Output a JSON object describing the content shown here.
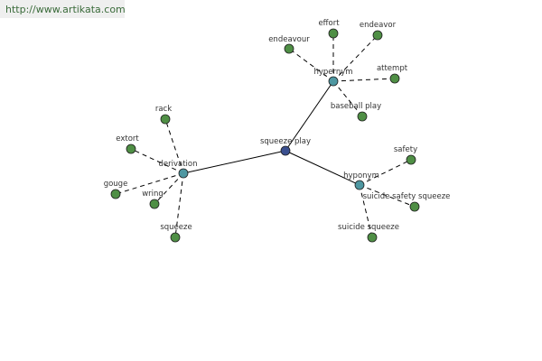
{
  "header": {
    "url": "http://www.artikata.com"
  },
  "colors": {
    "center": "#3a4f8f",
    "hub": "#4e97a1",
    "leaf": "#4f8f45",
    "edge": "#000000"
  },
  "graph": {
    "center": {
      "id": "center",
      "label": "squeeze play",
      "kind": "center"
    },
    "hubs": [
      {
        "id": "hypernym",
        "label": "hypernym",
        "kind": "hub"
      },
      {
        "id": "derivation",
        "label": "derivation",
        "kind": "hub"
      },
      {
        "id": "hyponym",
        "label": "hyponym",
        "kind": "hub"
      }
    ],
    "leaves": [
      {
        "id": "endeavour",
        "label": "endeavour",
        "parent": "hypernym"
      },
      {
        "id": "effort",
        "label": "effort",
        "parent": "hypernym"
      },
      {
        "id": "endeavor",
        "label": "endeavor",
        "parent": "hypernym"
      },
      {
        "id": "attempt",
        "label": "attempt",
        "parent": "hypernym"
      },
      {
        "id": "baseball-play",
        "label": "baseball play",
        "parent": "hypernym"
      },
      {
        "id": "rack",
        "label": "rack",
        "parent": "derivation"
      },
      {
        "id": "extort",
        "label": "extort",
        "parent": "derivation"
      },
      {
        "id": "gouge",
        "label": "gouge",
        "parent": "derivation"
      },
      {
        "id": "wring",
        "label": "wring",
        "parent": "derivation"
      },
      {
        "id": "squeeze",
        "label": "squeeze",
        "parent": "derivation"
      },
      {
        "id": "safety",
        "label": "safety",
        "parent": "hyponym"
      },
      {
        "id": "suicide-safety-squeeze",
        "label": "suicide safety squeeze",
        "parent": "hyponym"
      },
      {
        "id": "suicide-squeeze",
        "label": "suicide squeeze",
        "parent": "hyponym"
      }
    ]
  }
}
